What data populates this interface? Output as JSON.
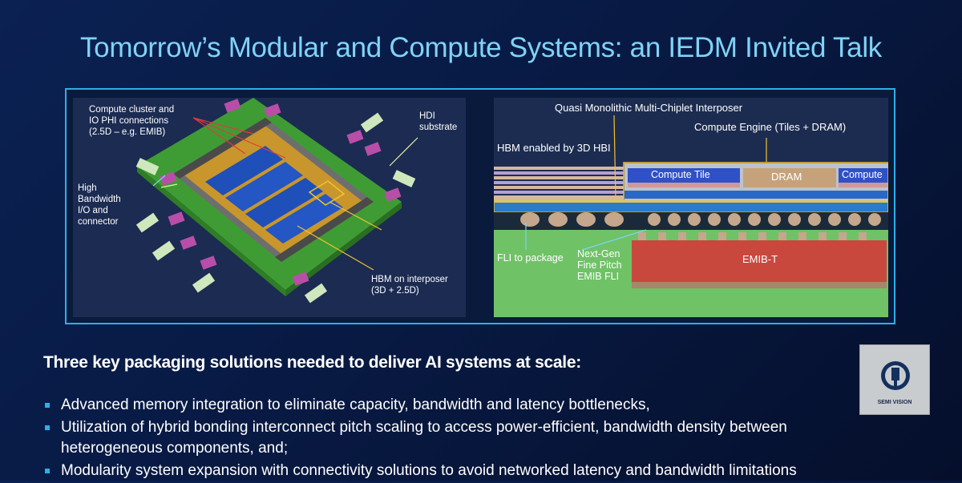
{
  "slide": {
    "title": "Tomorrow’s Modular and Compute Systems: an IEDM Invited Talk",
    "heading": "Three key packaging solutions needed to deliver AI systems at scale:",
    "bullets": [
      "Advanced memory integration to eliminate capacity, bandwidth and latency bottlenecks,",
      "Utilization of hybrid bonding interconnect pitch scaling to access power-efficient, bandwidth density between heterogeneous components, and;",
      "Modularity system expansion with connectivity solutions to avoid networked latency and bandwidth limitations"
    ],
    "colors": {
      "title": "#7fd3f7",
      "frame": "#2ab0ec",
      "bullet": "#2ab0ec"
    }
  },
  "left_diagram": {
    "labels": {
      "compute_cluster": "Compute cluster and\nIO PHI connections\n(2.5D – e.g. EMIB)",
      "hdi_substrate": "HDI\nsubstrate",
      "high_bandwidth": "High\nBandwidth\nI/O and\nconnector",
      "hbm_interposer": "HBM on interposer\n(3D + 2.5D)"
    }
  },
  "right_diagram": {
    "labels": {
      "quasi": "Quasi Monolithic Multi-Chiplet Interposer",
      "compute_engine": "Compute Engine (Tiles + DRAM)",
      "hbm_3d": "HBM enabled by 3D HBI",
      "compute_tile": "Compute Tile",
      "dram": "DRAM",
      "compute_partial": "Compute",
      "fli_package": "FLI to package",
      "next_gen": "Next-Gen\nFine Pitch\nEMIB FLI",
      "emib_t": "EMIB-T"
    }
  },
  "logo": {
    "text": "SEMI VISION",
    "icon": "semi-vision-logo-icon"
  }
}
